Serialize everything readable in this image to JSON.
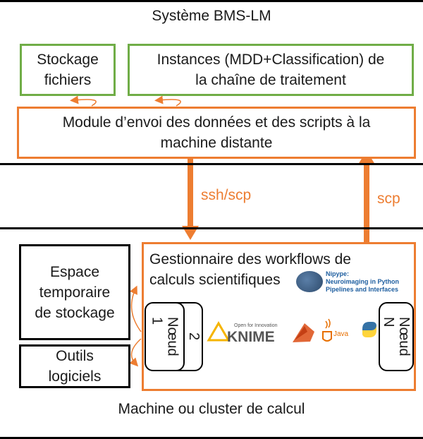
{
  "top_system": {
    "title": "Système BMS-LM",
    "storage_box": "Stockage\nfichiers",
    "instances_box": "Instances (MDD+Classification) de\nla chaîne de traitement",
    "module_box": "Module d’envoi des données et des scripts à la\nmachine distante"
  },
  "connections": {
    "down_label": "ssh/scp",
    "up_label": "scp"
  },
  "bottom_machine": {
    "title": "Machine ou cluster de calcul",
    "temp_storage_box": "Espace\ntemporaire\nde stockage",
    "tools_box": "Outils\nlogiciels",
    "workflow_manager": {
      "title": "Gestionnaire des workflows de\ncalculs scientifiques",
      "nipype_logo": "Nipype:\nNeuroimaging in Python\nPipelines and Interfaces",
      "nodes": [
        {
          "word": "Nœud",
          "num": "1"
        },
        {
          "word": "",
          "num": "2"
        },
        {
          "word": "Nœud",
          "num": "N"
        }
      ],
      "knime_tagline": "Open for Innovation",
      "knime_logo": "KNIME",
      "java_logo": "Java"
    }
  },
  "colors": {
    "green": "#70ad47",
    "orange": "#ed7d31",
    "black": "#000000"
  }
}
